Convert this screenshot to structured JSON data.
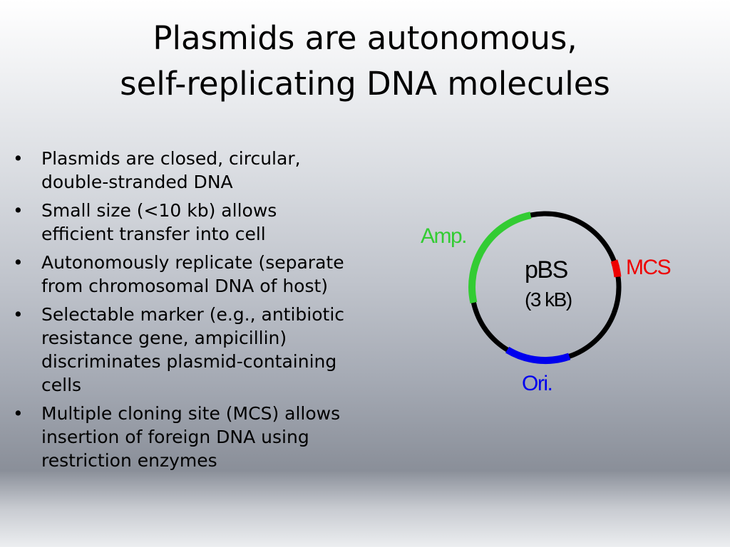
{
  "slide": {
    "title_lines": [
      "Plasmids are autonomous,",
      "self-replicating DNA molecules"
    ],
    "bullets": [
      "Plasmids are closed, circular, double-stranded DNA",
      "Small size (<10 kb) allows efficient transfer into cell",
      "Autonomously replicate (separate from chromosomal DNA of host)",
      "Selectable marker (e.g., antibiotic resistance gene, ampicillin) discriminates plasmid-containing cells",
      "Multiple cloning site (MCS) allows insertion of foreign DNA using restriction enzymes"
    ],
    "bullet_symbol": "•"
  },
  "plasmid": {
    "name": "pBS",
    "size_label": "(3 kB)",
    "segments": [
      {
        "label": "Amp.",
        "color": "#33cc33"
      },
      {
        "label": "MCS",
        "color": "#ee0000"
      },
      {
        "label": "Ori.",
        "color": "#0000ee"
      }
    ],
    "backbone_color": "#000000"
  }
}
